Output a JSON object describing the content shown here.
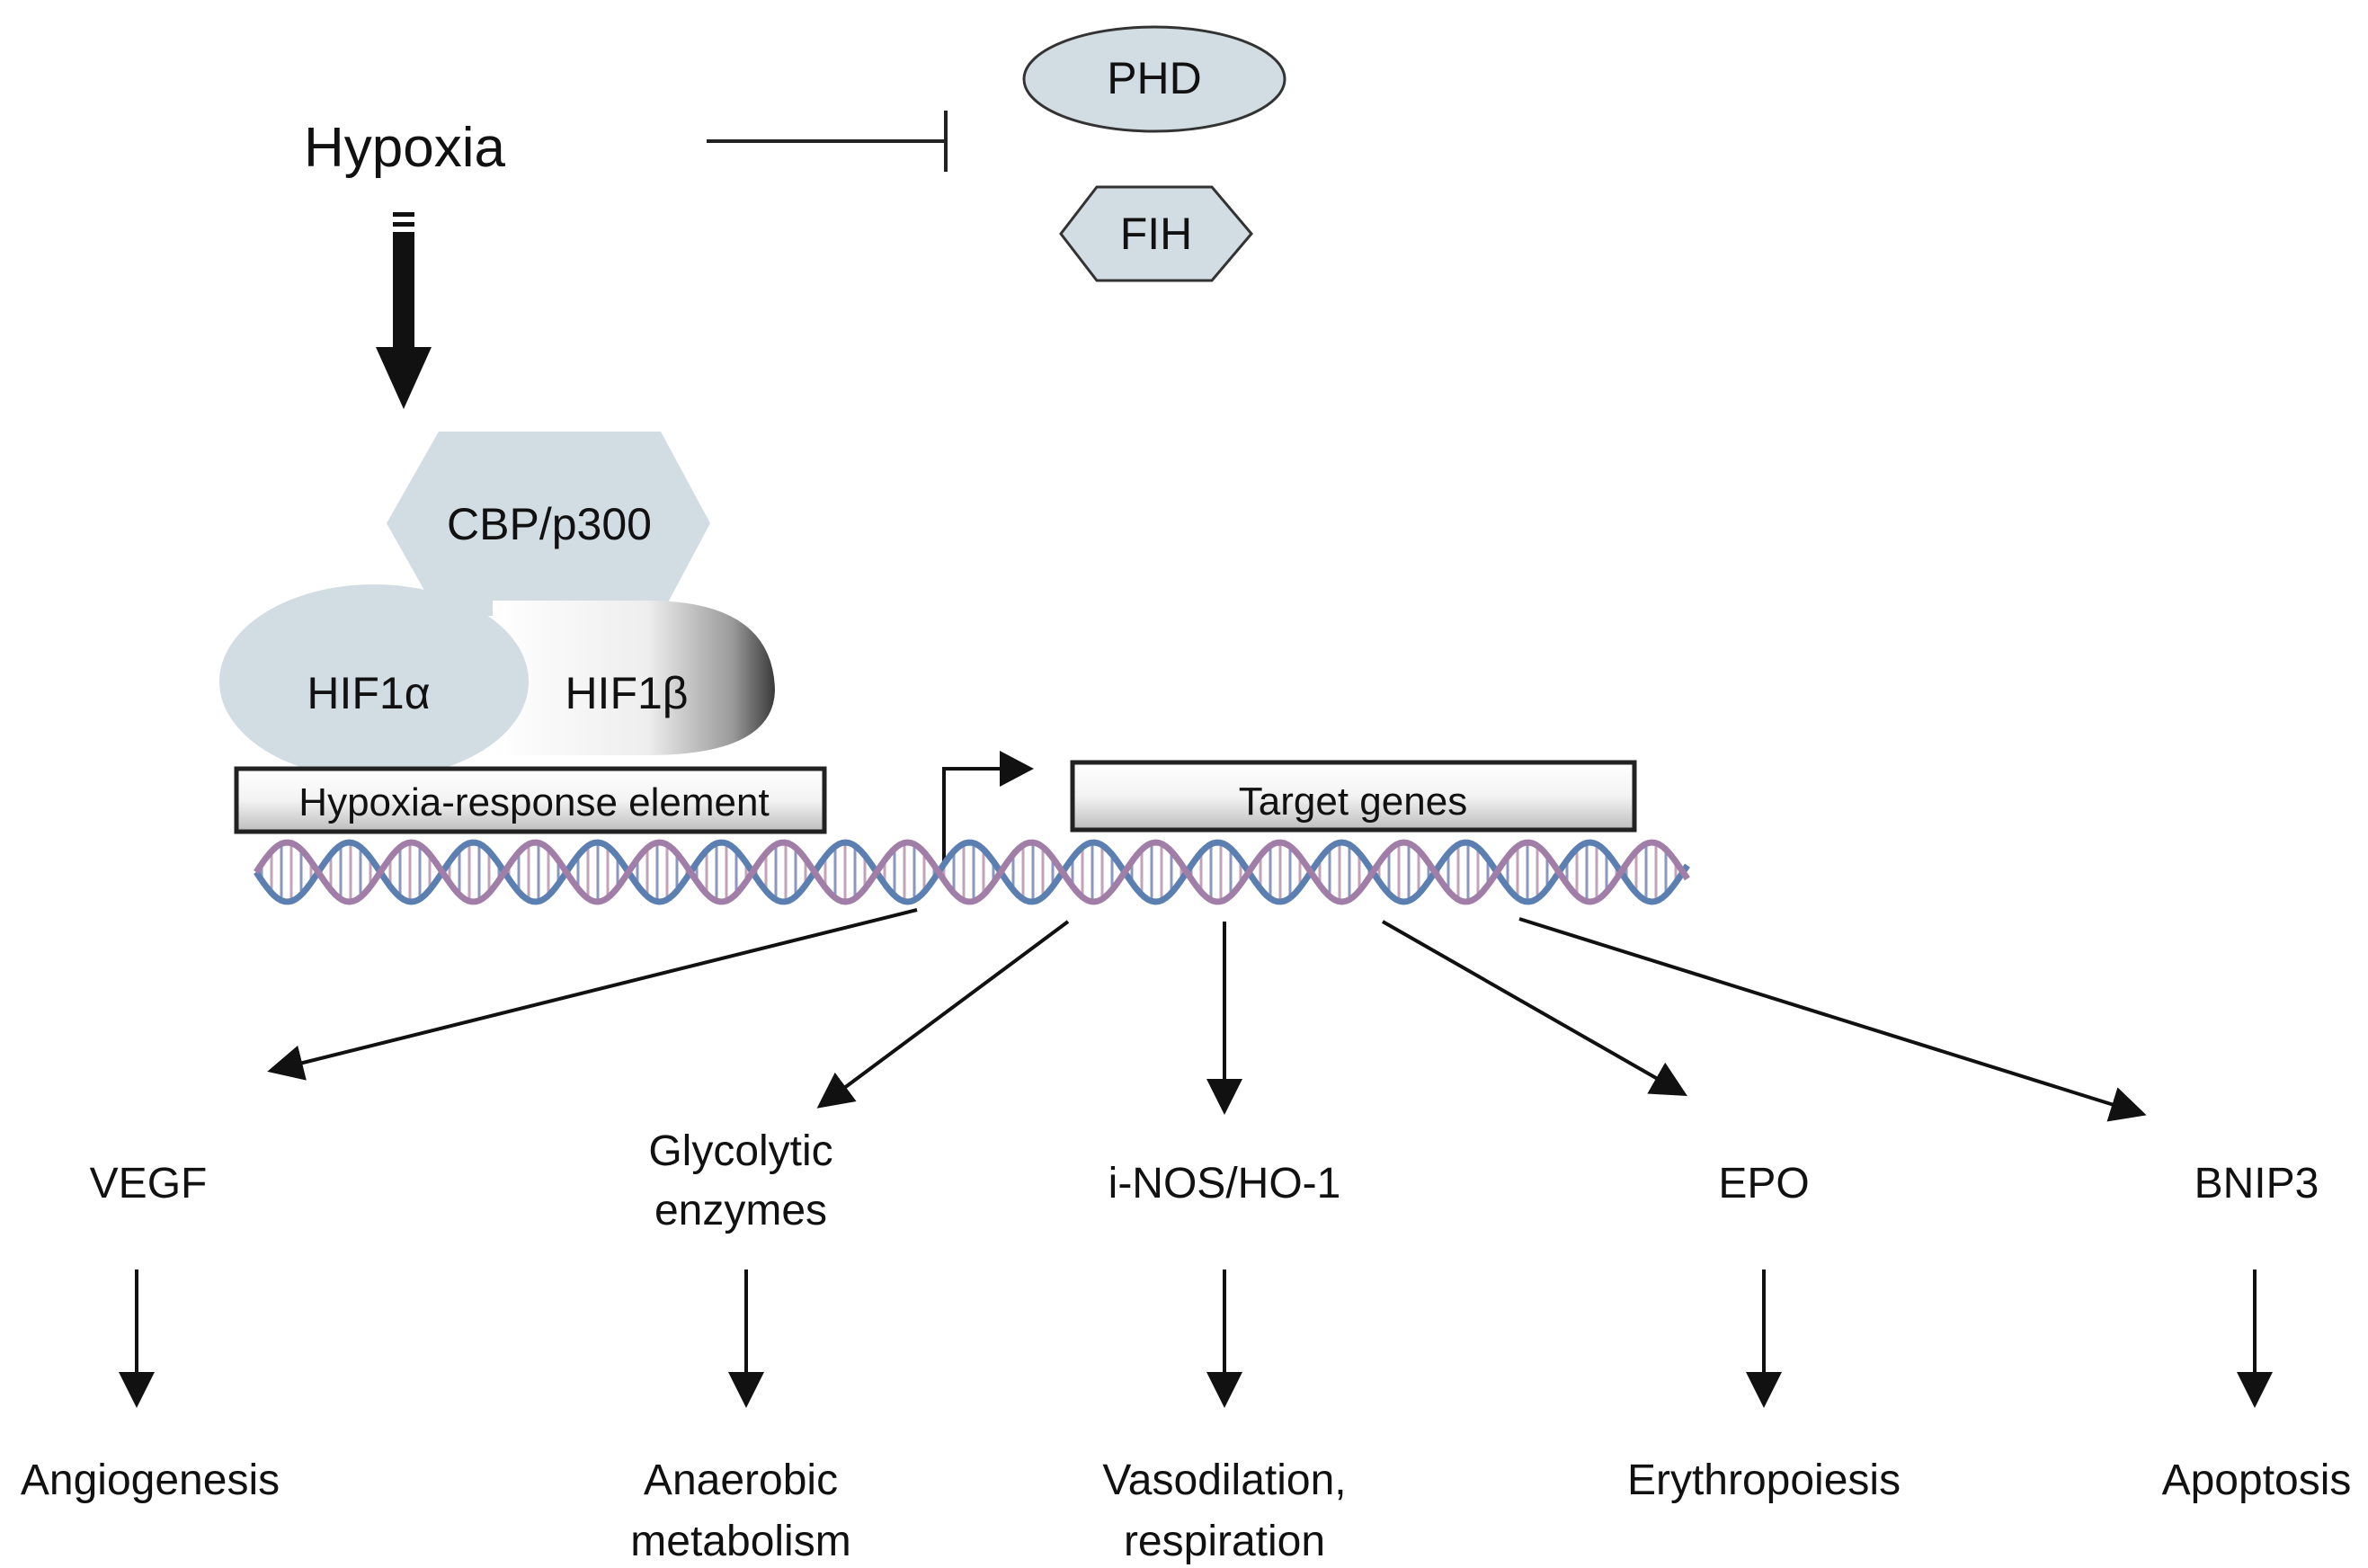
{
  "hypoxia": {
    "label": "Hypoxia"
  },
  "inhibitors": {
    "phd": "PHD",
    "fih": "FIH"
  },
  "complex": {
    "cbp": "CBP/p300",
    "hif1a": "HIF1α",
    "hif1b": "HIF1β"
  },
  "dna": {
    "hre": "Hypoxia-response element",
    "target_genes": "Target genes"
  },
  "genes": [
    {
      "name": "VEGF",
      "name2": "",
      "outcome": "Angiogenesis",
      "outcome2": ""
    },
    {
      "name": "Glycolytic",
      "name2": "enzymes",
      "outcome": "Anaerobic",
      "outcome2": "metabolism"
    },
    {
      "name": "i-NOS/HO-1",
      "name2": "",
      "outcome": "Vasodilation,",
      "outcome2": "respiration"
    },
    {
      "name": "EPO",
      "name2": "",
      "outcome": "Erythropoiesis",
      "outcome2": ""
    },
    {
      "name": "BNIP3",
      "name2": "",
      "outcome": "Apoptosis",
      "outcome2": ""
    }
  ],
  "colors": {
    "protein_fill": "#d2dde3",
    "outline": "#333333",
    "dna_strand_a": "#5b7fb0",
    "dna_strand_b": "#a07ea8"
  }
}
